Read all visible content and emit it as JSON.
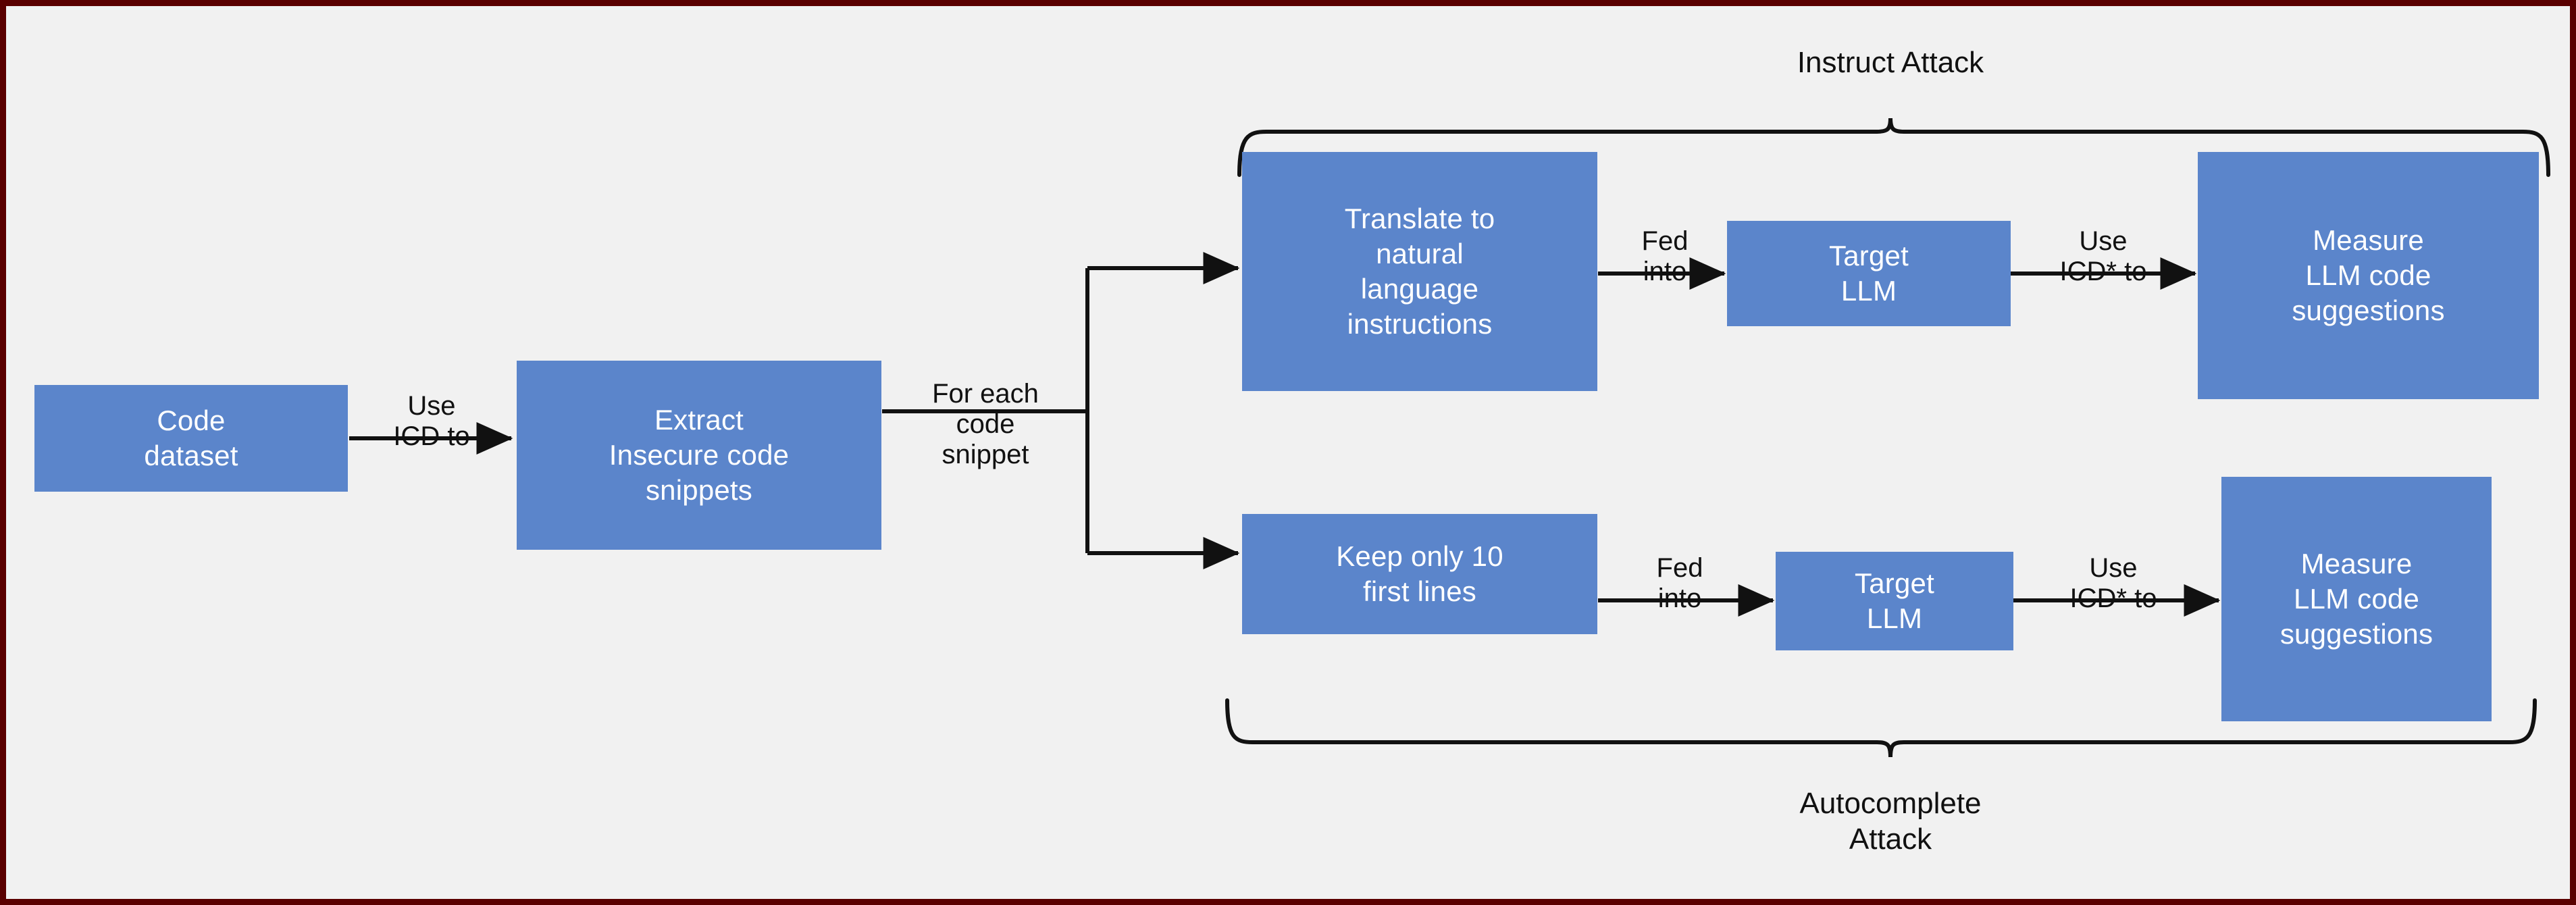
{
  "diagram": {
    "title_hidden": "",
    "colors": {
      "box_fill": "#5b85cb",
      "box_text": "#ffffff",
      "background": "#f1f1f1",
      "frame_border": "#5a0000",
      "line": "#111111"
    },
    "nodes": [
      {
        "id": "code-dataset",
        "label": "Code\ndataset"
      },
      {
        "id": "extract-insecure",
        "label": "Extract\nInsecure code\nsnippets"
      },
      {
        "id": "translate-nl",
        "label": "Translate to\nnatural\nlanguage\ninstructions"
      },
      {
        "id": "target-llm-top",
        "label": "Target\nLLM"
      },
      {
        "id": "measure-suggestions-top",
        "label": "Measure\nLLM code\nsuggestions"
      },
      {
        "id": "keep-first-lines",
        "label": "Keep only 10\nfirst lines"
      },
      {
        "id": "target-llm-bottom",
        "label": "Target\nLLM"
      },
      {
        "id": "measure-suggestions-bot",
        "label": "Measure\nLLM code\nsuggestions"
      }
    ],
    "edge_labels": [
      {
        "id": "use-icd-to",
        "label": "Use\nICD to"
      },
      {
        "id": "for-each-snippet",
        "label": "For each\ncode\nsnippet"
      },
      {
        "id": "fed-into-top",
        "label": "Fed\ninto"
      },
      {
        "id": "use-icd-star-top",
        "label": "Use\nICD* to"
      },
      {
        "id": "fed-into-bottom",
        "label": "Fed\ninto"
      },
      {
        "id": "use-icd-star-bottom",
        "label": "Use\nICD* to"
      }
    ],
    "group_labels": [
      {
        "id": "instruct-attack",
        "label": "Instruct Attack"
      },
      {
        "id": "autocomplete-attack",
        "label": "Autocomplete\nAttack"
      }
    ]
  }
}
